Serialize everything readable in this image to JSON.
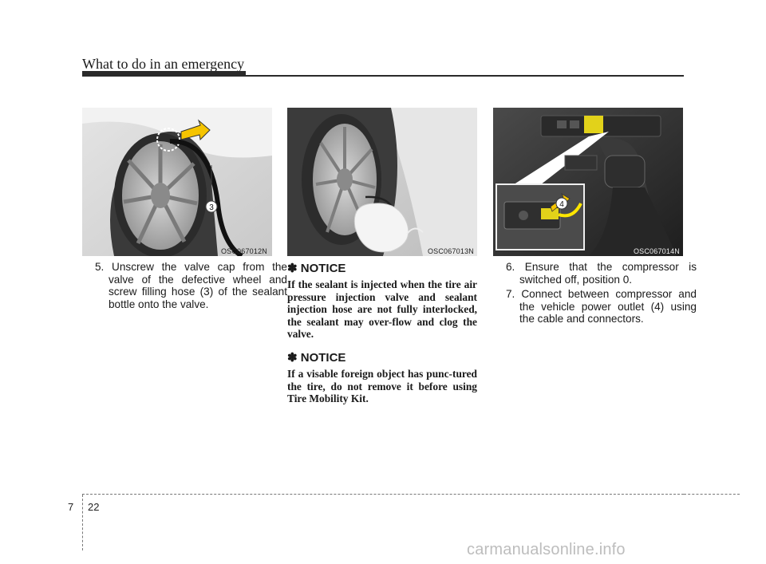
{
  "header": {
    "title": "What to do in an emergency"
  },
  "figures": [
    {
      "code": "OSC067012N",
      "callout": "3"
    },
    {
      "code": "OSC067013N"
    },
    {
      "code": "OSC067014N",
      "callout": "4"
    }
  ],
  "column1": {
    "step5": "5. Unscrew the valve cap from the valve of the defective wheel and screw filling hose (3) of the sealant bottle onto the valve."
  },
  "column2": {
    "notice1_heading": "✽ NOTICE",
    "notice1_body": "If the sealant is injected when the tire air pressure injection valve and sealant injection hose are not fully interlocked, the sealant may over-flow and clog the valve.",
    "notice2_heading": "✽ NOTICE",
    "notice2_body": "If a visable foreign object has punc-tured the tire, do not remove it before using Tire Mobility Kit."
  },
  "column3": {
    "step6": "6. Ensure that the compressor is switched off, position 0.",
    "step7": "7. Connect between compressor and the vehicle power outlet (4) using the cable and connectors."
  },
  "footer": {
    "chapter": "7",
    "page": "22",
    "watermark": "carmanualsonline.info"
  }
}
